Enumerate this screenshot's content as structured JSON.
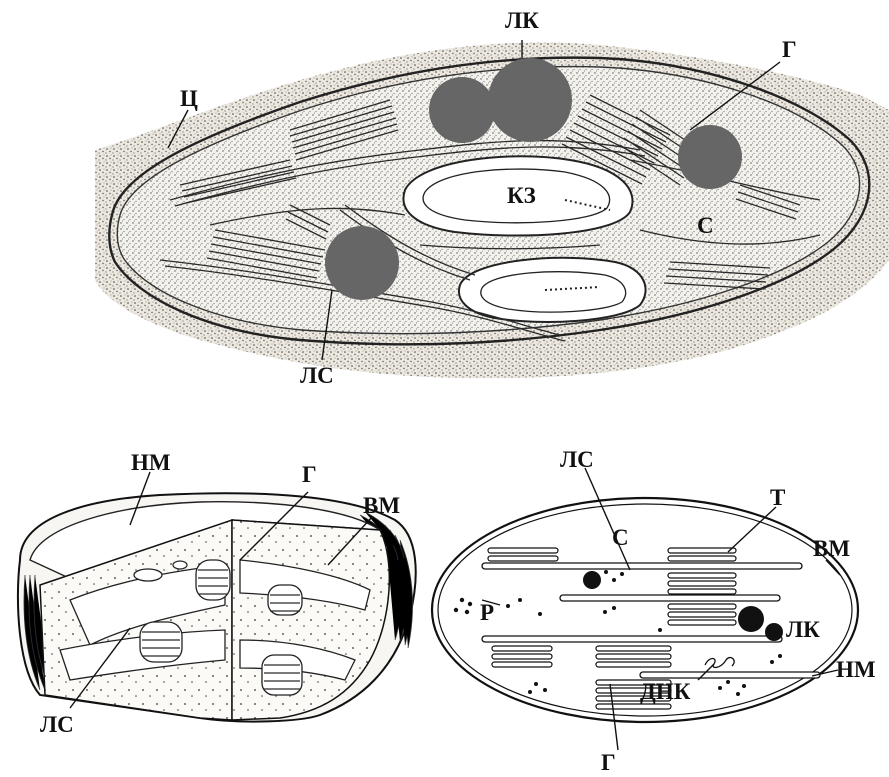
{
  "top": {
    "labels": {
      "lk": "ЛК",
      "g": "Г",
      "ts": "Ц",
      "kz": "КЗ",
      "s": "С",
      "ls": "ЛС"
    }
  },
  "bottom_left": {
    "labels": {
      "nm": "НМ",
      "g": "Г",
      "vm": "ВМ",
      "ls": "ЛС"
    }
  },
  "bottom_right": {
    "labels": {
      "ls": "ЛС",
      "t": "Т",
      "s": "С",
      "vm": "ВМ",
      "r": "Р",
      "lk": "ЛК",
      "nm": "НМ",
      "dnk": "ДНК",
      "g": "Г"
    }
  },
  "colors": {
    "ink": "#111111",
    "stroma": "#e9e6e0",
    "plastoglobule": "#666666",
    "background": "#ffffff"
  }
}
